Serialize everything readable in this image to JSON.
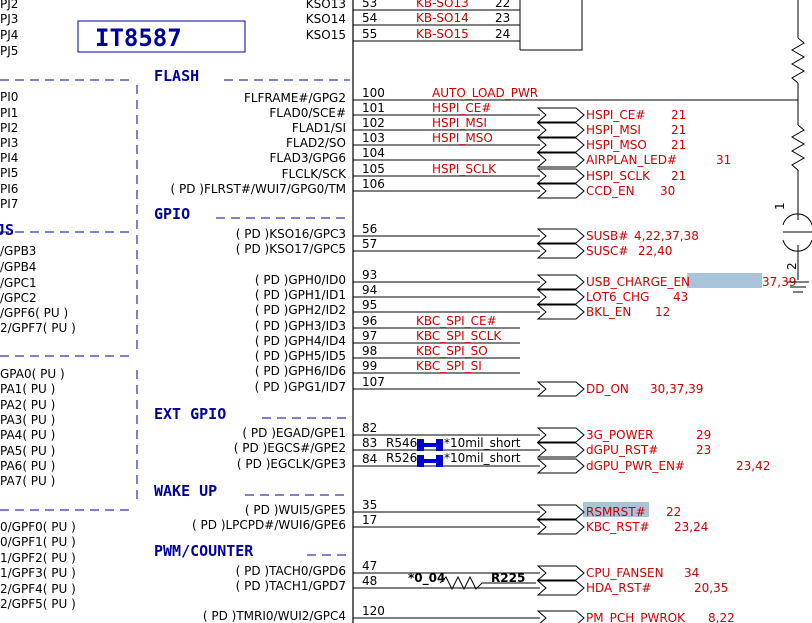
{
  "title": "IT8587",
  "sections": [
    {
      "id": "flash",
      "label": "FLASH"
    },
    {
      "id": "gpio",
      "label": "GPIO"
    },
    {
      "id": "ext",
      "label": "EXT GPIO"
    },
    {
      "id": "wake",
      "label": "WAKE UP"
    },
    {
      "id": "pwm",
      "label": "PWM/COUNTER"
    }
  ],
  "top_rows": [
    {
      "pin": "KSO13",
      "num": "53",
      "net": "KB-SO13",
      "con": "22"
    },
    {
      "pin": "KSO14",
      "num": "54",
      "net": "KB-SO14",
      "con": "23"
    },
    {
      "pin": "KSO15",
      "num": "55",
      "net": "KB-SO15",
      "con": "24"
    }
  ],
  "rows": [
    {
      "pin": "FLFRAME#/GPG2",
      "num": "100",
      "net": "AUTO_LOAD_PWR",
      "port": "",
      "refs": ""
    },
    {
      "pin": "FLAD0/SCE#",
      "num": "101",
      "net": "HSPI_CE#",
      "port": "HSPI_CE#",
      "refs": "21"
    },
    {
      "pin": "FLAD1/SI",
      "num": "102",
      "net": "HSPI_MSI",
      "port": "HSPI_MSI",
      "refs": "21"
    },
    {
      "pin": "FLAD2/SO",
      "num": "103",
      "net": "HSPI_MSO",
      "port": "HSPI_MSO",
      "refs": "21"
    },
    {
      "pin": "FLAD3/GPG6",
      "num": "104",
      "net": "",
      "port": "AIRPLAN_LED#",
      "refs": "31"
    },
    {
      "pin": "FLCLK/SCK",
      "num": "105",
      "net": "HSPI_SCLK",
      "port": "HSPI_SCLK",
      "refs": "21"
    },
    {
      "pin": "( PD )FLRST#/WUI7/GPG0/TM",
      "num": "106",
      "net": "",
      "port": "CCD_EN",
      "refs": "30"
    },
    {
      "pin": "( PD )KSO16/GPC3",
      "num": "56",
      "net": "",
      "port": "SUSB#",
      "refs": "4,22,37,38"
    },
    {
      "pin": "( PD )KSO17/GPC5",
      "num": "57",
      "net": "",
      "port": "SUSC#",
      "refs": "22,40"
    },
    {
      "pin": "( PD )GPH0/ID0",
      "num": "93",
      "net": "",
      "port": "USB_CHARGE_EN",
      "refs": "37,39"
    },
    {
      "pin": "( PD )GPH1/ID1",
      "num": "94",
      "net": "",
      "port": "LOT6_CHG",
      "refs": "43"
    },
    {
      "pin": "( PD )GPH2/ID2",
      "num": "95",
      "net": "",
      "port": "BKL_EN",
      "refs": "12"
    },
    {
      "pin": "( PD )GPH3/ID3",
      "num": "96",
      "net": "KBC_SPI_CE#",
      "port": "",
      "refs": ""
    },
    {
      "pin": "( PD )GPH4/ID4",
      "num": "97",
      "net": "KBC_SPI_SCLK",
      "port": "",
      "refs": ""
    },
    {
      "pin": "( PD )GPH5/ID5",
      "num": "98",
      "net": "KBC_SPI_SO",
      "port": "",
      "refs": ""
    },
    {
      "pin": "( PD )GPH6/ID6",
      "num": "99",
      "net": "KBC_SPI_SI",
      "port": "",
      "refs": ""
    },
    {
      "pin": "( PD )GPG1/ID7",
      "num": "107",
      "net": "",
      "port": "DD_ON",
      "refs": "30,37,39"
    },
    {
      "pin": "( PD )EGAD/GPE1",
      "num": "82",
      "net": "",
      "port": "3G_POWER",
      "refs": "29"
    },
    {
      "pin": "( PD )EGCS#/GPE2",
      "num": "83",
      "net": "",
      "port": "dGPU_RST#",
      "refs": "23"
    },
    {
      "pin": "( PD )EGCLK/GPE3",
      "num": "84",
      "net": "",
      "port": "dGPU_PWR_EN#",
      "refs": "23,42"
    },
    {
      "pin": "( PD )WUI5/GPE5",
      "num": "35",
      "net": "",
      "port": "RSMRST#",
      "refs": "22"
    },
    {
      "pin": "( PD )LPCPD#/WUI6/GPE6",
      "num": "17",
      "net": "",
      "port": "KBC_RST#",
      "refs": "23,24"
    },
    {
      "pin": "( PD )TACH0/GPD6",
      "num": "47",
      "net": "",
      "port": "CPU_FANSEN",
      "refs": "34"
    },
    {
      "pin": "( PD )TACH1/GPD7",
      "num": "48",
      "net": "",
      "port": "HDA_RST#",
      "refs": "20,35"
    },
    {
      "pin": "( PD )TMRI0/WUI2/GPC4",
      "num": "120",
      "net": "",
      "port": "PM_PCH_PWROK",
      "refs": "8,22"
    }
  ],
  "parts": {
    "r546": "R546",
    "r526": "R526",
    "short1": "*10mil_short",
    "short2": "*10mil_short",
    "r225": "R225",
    "r225val": "*0_04",
    "pin1": "1",
    "pin2": "2"
  },
  "left_column": [
    "PJ2",
    "PJ3",
    "PJ4",
    "PJ5",
    "PI0",
    "PI1",
    "PI2",
    "PI3",
    "PI4",
    "PI5",
    "PI6",
    "PI7",
    "JS",
    "/GPB3",
    "/GPB4",
    "/GPC1",
    "/GPC2",
    "/GPF6( PU )",
    "2/GPF7( PU )",
    "GPA0( PU )",
    "PA1( PU )",
    "PA2( PU )",
    "PA3( PU )",
    "PA4( PU )",
    "PA5( PU )",
    "PA6( PU )",
    "PA7( PU )",
    "0/GPF0( PU )",
    "0/GPF1( PU )",
    "1/GPF2( PU )",
    "1/GPF3( PU )",
    "2/GPF4( PU )",
    "2/GPF5( PU )"
  ],
  "colors": {
    "section": "#0000a0",
    "net": "#d00000",
    "highlight": "#a7c4d8",
    "line": "#000000",
    "short": "#0000cc"
  }
}
